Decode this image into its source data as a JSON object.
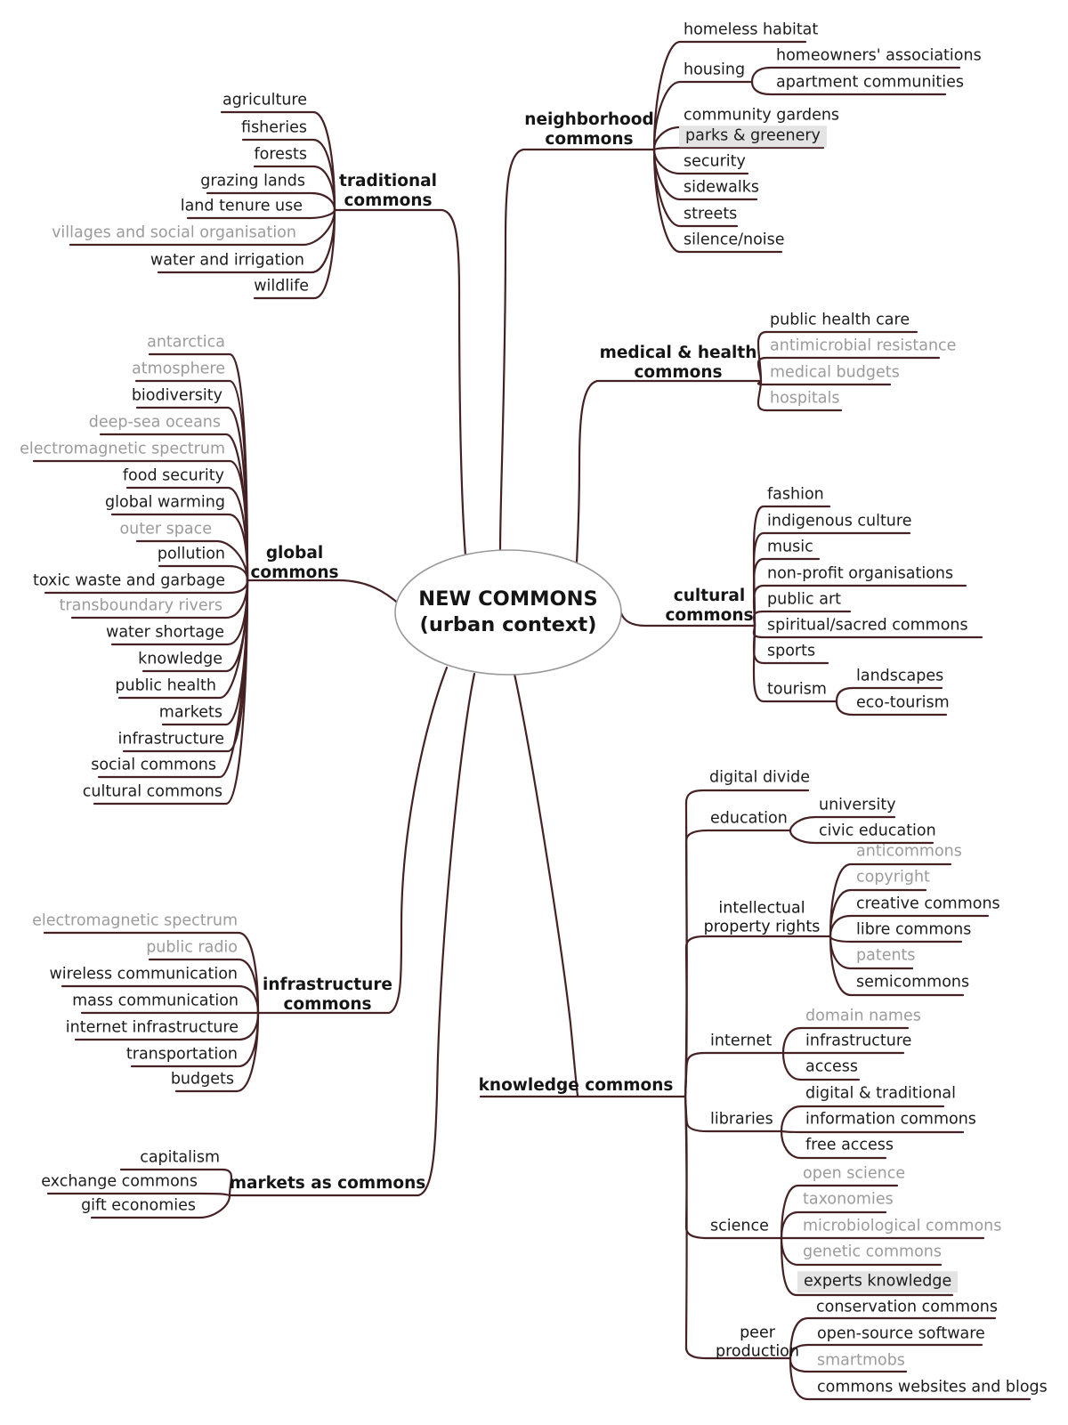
{
  "colors": {
    "line": "#452124",
    "text": "#1c1c1c",
    "muted_text": "#9b9b9b",
    "highlight_background": "#e4e4e4",
    "ellipse_stroke": "#999999"
  },
  "central": {
    "line1": "NEW COMMONS",
    "line2": "(urban context)"
  },
  "branches": {
    "traditional": {
      "line1": "traditional",
      "line2": "commons",
      "items": [
        {
          "t": "agriculture"
        },
        {
          "t": "fisheries"
        },
        {
          "t": "forests"
        },
        {
          "t": "grazing lands"
        },
        {
          "t": "land tenure use"
        },
        {
          "t": "villages and social organisation",
          "muted": true
        },
        {
          "t": "water and irrigation"
        },
        {
          "t": "wildlife"
        }
      ]
    },
    "neighborhood": {
      "line1": "neighborhood",
      "line2": "commons",
      "items": [
        {
          "t": "homeless habitat"
        },
        {
          "t": "housing",
          "children": [
            {
              "t": "homeowners' associations"
            },
            {
              "t": "apartment communities"
            }
          ]
        },
        {
          "t": "community gardens"
        },
        {
          "t": "parks & greenery",
          "highlighted": true
        },
        {
          "t": "security"
        },
        {
          "t": "sidewalks"
        },
        {
          "t": "streets"
        },
        {
          "t": "silence/noise"
        }
      ]
    },
    "medical": {
      "line1": "medical & health",
      "line2": "commons",
      "items": [
        {
          "t": "public health care"
        },
        {
          "t": "antimicrobial resistance",
          "muted": true
        },
        {
          "t": "medical budgets",
          "muted": true
        },
        {
          "t": "hospitals",
          "muted": true
        }
      ]
    },
    "cultural": {
      "line1": "cultural",
      "line2": "commons",
      "items": [
        {
          "t": "fashion"
        },
        {
          "t": "indigenous culture"
        },
        {
          "t": "music"
        },
        {
          "t": "non-profit organisations"
        },
        {
          "t": "public art"
        },
        {
          "t": "spiritual/sacred commons"
        },
        {
          "t": "sports"
        },
        {
          "t": "tourism",
          "children": [
            {
              "t": "landscapes"
            },
            {
              "t": "eco-tourism"
            }
          ]
        }
      ]
    },
    "global": {
      "line1": "global",
      "line2": "commons",
      "items": [
        {
          "t": "antarctica",
          "muted": true
        },
        {
          "t": "atmosphere",
          "muted": true
        },
        {
          "t": "biodiversity"
        },
        {
          "t": "deep-sea oceans",
          "muted": true
        },
        {
          "t": "electromagnetic spectrum",
          "muted": true
        },
        {
          "t": "food security"
        },
        {
          "t": "global warming"
        },
        {
          "t": "outer space",
          "muted": true
        },
        {
          "t": "pollution"
        },
        {
          "t": "toxic waste and garbage"
        },
        {
          "t": "transboundary rivers",
          "muted": true
        },
        {
          "t": "water shortage"
        },
        {
          "t": "knowledge"
        },
        {
          "t": "public health"
        },
        {
          "t": "markets"
        },
        {
          "t": "infrastructure"
        },
        {
          "t": "social commons"
        },
        {
          "t": "cultural commons"
        }
      ]
    },
    "infrastructure": {
      "line1": "infrastructure",
      "line2": "commons",
      "items": [
        {
          "t": "electromagnetic spectrum",
          "muted": true
        },
        {
          "t": "public radio",
          "muted": true
        },
        {
          "t": "wireless communication"
        },
        {
          "t": "mass communication"
        },
        {
          "t": "internet infrastructure"
        },
        {
          "t": "transportation"
        },
        {
          "t": "budgets"
        }
      ]
    },
    "markets": {
      "label": "markets as commons",
      "items": [
        {
          "t": "capitalism"
        },
        {
          "t": "exchange commons"
        },
        {
          "t": "gift economies"
        }
      ]
    },
    "knowledge": {
      "label": "knowledge commons",
      "items": [
        {
          "t": "digital divide"
        },
        {
          "t": "education",
          "children": [
            {
              "t": "university"
            },
            {
              "t": "civic education"
            }
          ]
        },
        {
          "t": "intellectual property rights",
          "line1": "intellectual",
          "line2": "property rights",
          "children": [
            {
              "t": "anticommons",
              "muted": true
            },
            {
              "t": "copyright",
              "muted": true
            },
            {
              "t": "creative commons"
            },
            {
              "t": "libre commons"
            },
            {
              "t": "patents",
              "muted": true
            },
            {
              "t": "semicommons"
            }
          ]
        },
        {
          "t": "internet",
          "children": [
            {
              "t": "domain names",
              "muted": true
            },
            {
              "t": "infrastructure"
            },
            {
              "t": "access"
            }
          ]
        },
        {
          "t": "libraries",
          "children": [
            {
              "t": "digital & traditional"
            },
            {
              "t": "information commons"
            },
            {
              "t": "free access"
            }
          ]
        },
        {
          "t": "science",
          "children": [
            {
              "t": "open science",
              "muted": true
            },
            {
              "t": "taxonomies",
              "muted": true
            },
            {
              "t": "microbiological commons",
              "muted": true
            },
            {
              "t": "genetic commons",
              "muted": true
            },
            {
              "t": "experts knowledge",
              "highlighted": true
            }
          ]
        },
        {
          "t": "peer production",
          "line1": "peer",
          "line2": "production",
          "children": [
            {
              "t": "conservation commons"
            },
            {
              "t": "open-source software"
            },
            {
              "t": "smartmobs",
              "muted": true
            },
            {
              "t": "commons websites and blogs"
            }
          ]
        }
      ]
    }
  }
}
